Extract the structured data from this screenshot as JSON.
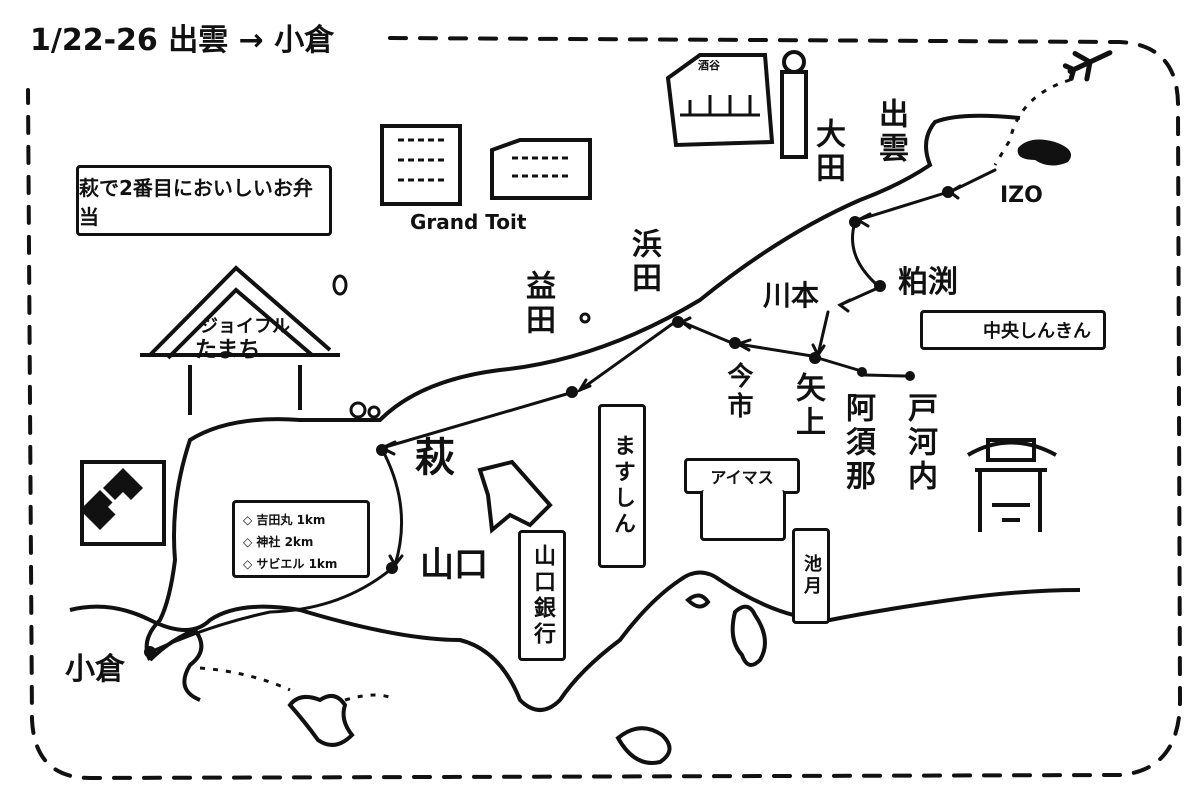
{
  "title": "1/22-26 出雲 → 小倉",
  "cities": {
    "izumo": "出雲",
    "oda": "大田",
    "hamada": "浜田",
    "masuda": "益田",
    "hagi": "萩",
    "yamaguchi": "山口",
    "kokura": "小倉",
    "kawamoto": "川本",
    "kasubuchi": "粕渕",
    "imaichi": "今市",
    "yakami": "矢上",
    "asuna": "阿須那",
    "tokochi": "戸河内"
  },
  "airport_code": "IZO",
  "landmarks": {
    "grand_toit": "Grand Toit",
    "bento_note": "萩で2番目においしいお弁当",
    "joyful_line1": "ジョイフル",
    "joyful_line2": "たまち",
    "aimasu": "アイマス",
    "sake_sign": "酒谷"
  },
  "banks": {
    "chuo_shinkin": "中央しんきん",
    "masu_shin": "ますしん",
    "yamaguchi_bank": "山口銀行",
    "ikegetsu": "池月"
  },
  "signpost": {
    "rows": [
      "◇ 吉田丸 1km",
      "◇ 神社 2km",
      "◇ サビエル 1km"
    ]
  },
  "icons": [
    "airplane-icon",
    "pond-icon",
    "building-icon",
    "shrine-icon",
    "fox-statue-icon",
    "family-crest-icon",
    "bank-logo-icon",
    "island-icon"
  ],
  "colors": {
    "ink": "#111111",
    "paper": "#ffffff"
  }
}
